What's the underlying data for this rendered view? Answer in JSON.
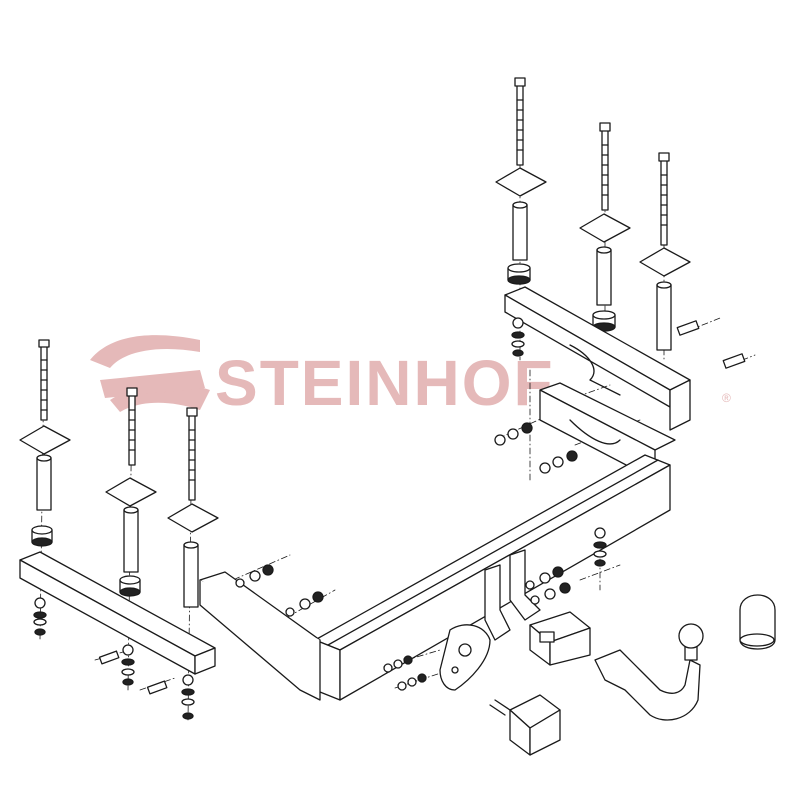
{
  "watermark": {
    "brand": "STEINHOF",
    "registered_mark": "®",
    "color": "#e5b9b9"
  },
  "drawing": {
    "line_color": "#1a1a1a",
    "fill_color": "#ffffff"
  },
  "parts": [
    "long-bolt-left-1",
    "long-bolt-left-2",
    "long-bolt-left-3",
    "long-bolt-right-1",
    "long-bolt-right-2",
    "long-bolt-right-3",
    "spacer-plate",
    "spacer-tube",
    "left-side-bracket",
    "right-side-bracket",
    "main-crossbar",
    "ball-neck",
    "tow-ball",
    "ball-cover",
    "socket-plate",
    "electrical-socket",
    "bolt-clamp",
    "mounting-block"
  ]
}
